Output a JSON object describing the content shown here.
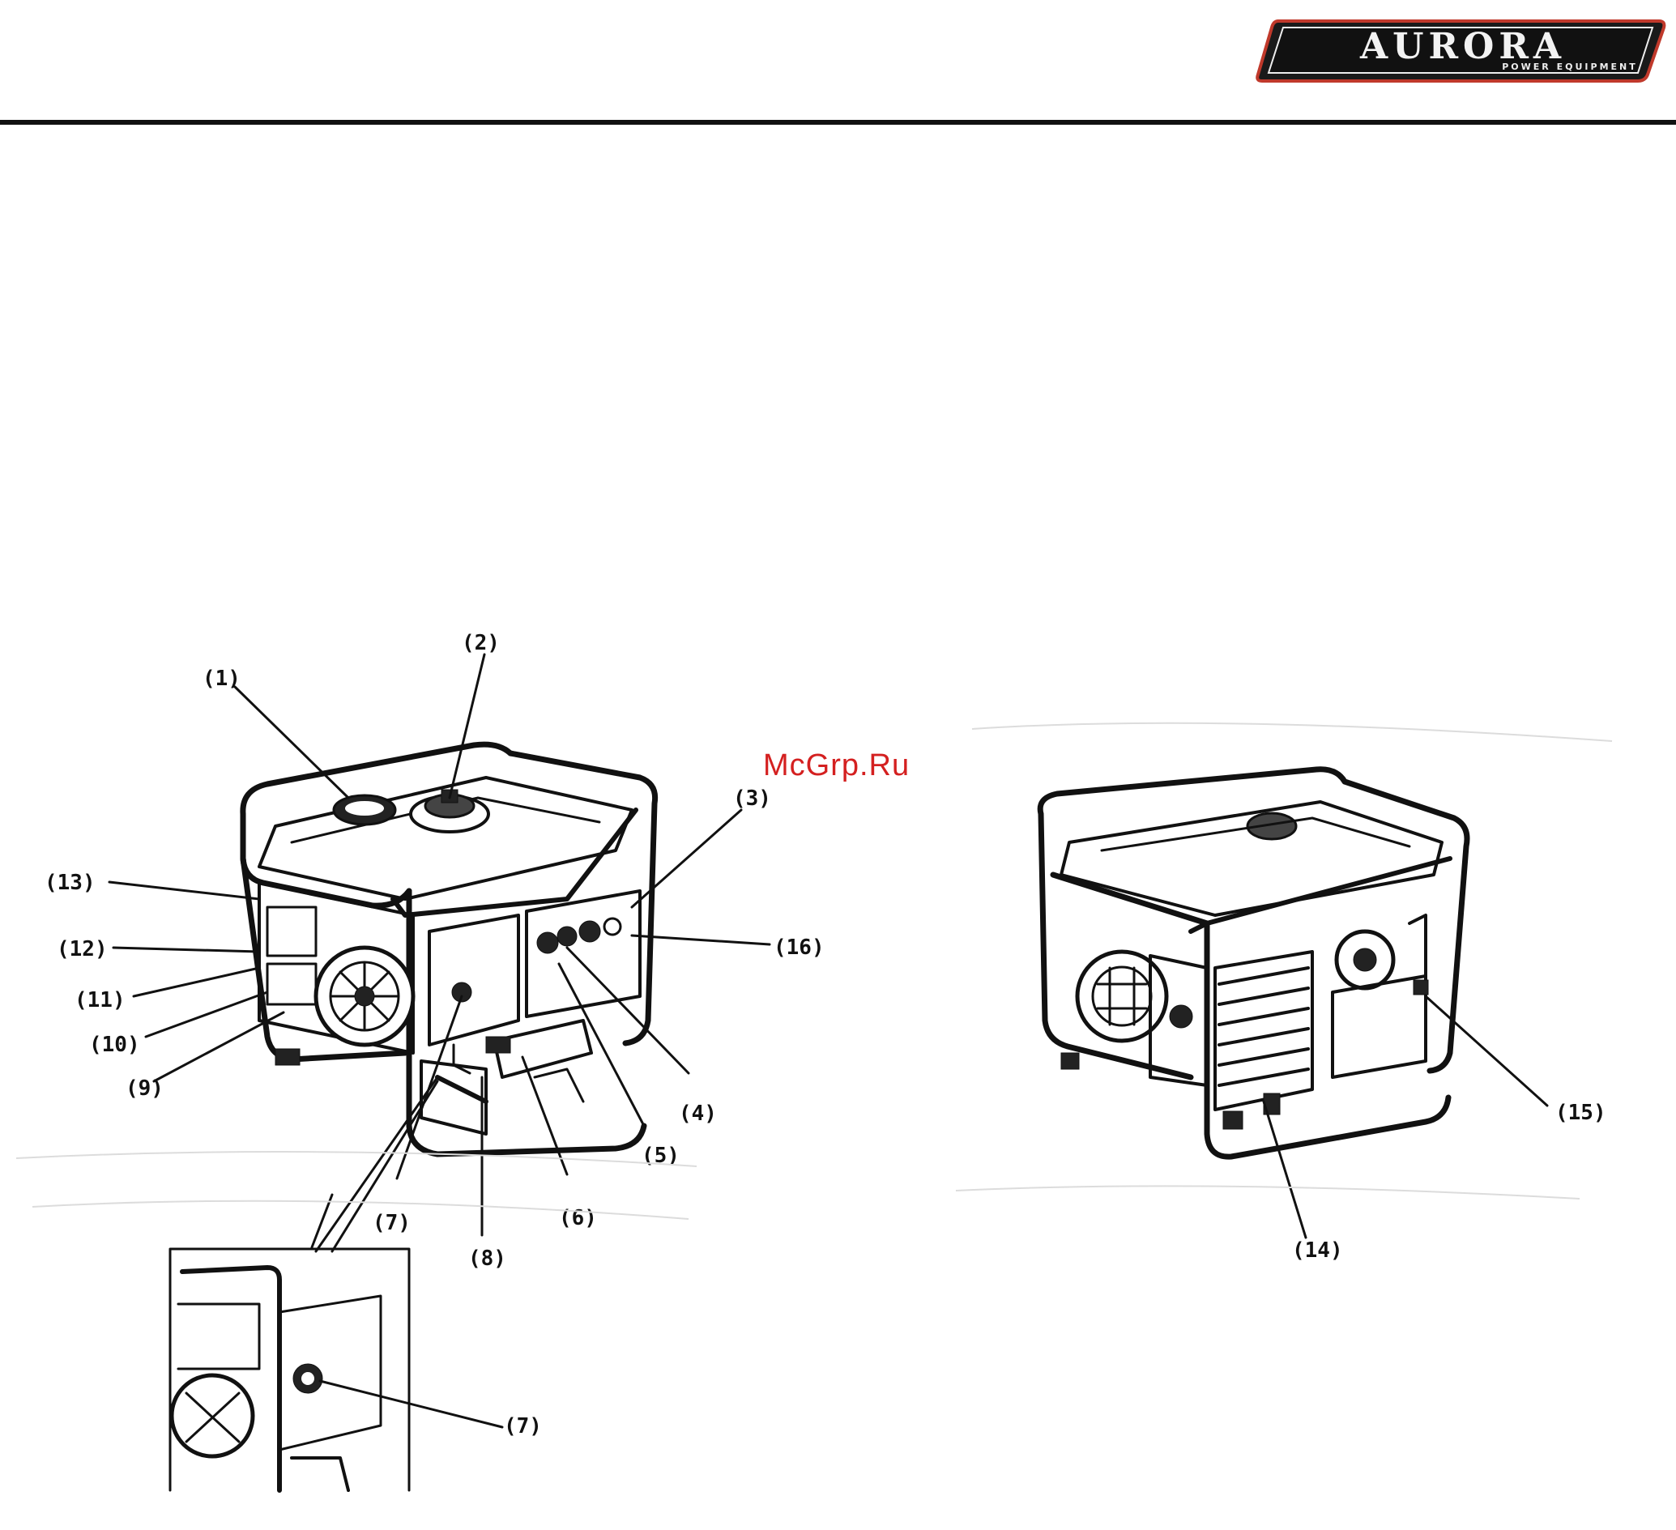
{
  "header": {
    "logo_text": "AURORA",
    "logo_subtext": "POWER EQUIPMENT"
  },
  "watermark": "McGrp.Ru",
  "figure": {
    "callouts": [
      {
        "id": "c1",
        "label": "(1)"
      },
      {
        "id": "c2",
        "label": "(2)"
      },
      {
        "id": "c3",
        "label": "(3)"
      },
      {
        "id": "c4",
        "label": "(4)"
      },
      {
        "id": "c5",
        "label": "(5)"
      },
      {
        "id": "c6",
        "label": "(6)"
      },
      {
        "id": "c7a",
        "label": "(7)"
      },
      {
        "id": "c7b",
        "label": "(7)"
      },
      {
        "id": "c8",
        "label": "(8)"
      },
      {
        "id": "c9",
        "label": "(9)"
      },
      {
        "id": "c10",
        "label": "(10)"
      },
      {
        "id": "c11",
        "label": "(11)"
      },
      {
        "id": "c12",
        "label": "(12)"
      },
      {
        "id": "c13",
        "label": "(13)"
      },
      {
        "id": "c14",
        "label": "(14)"
      },
      {
        "id": "c15",
        "label": "(15)"
      },
      {
        "id": "c16",
        "label": "(16)"
      }
    ]
  }
}
